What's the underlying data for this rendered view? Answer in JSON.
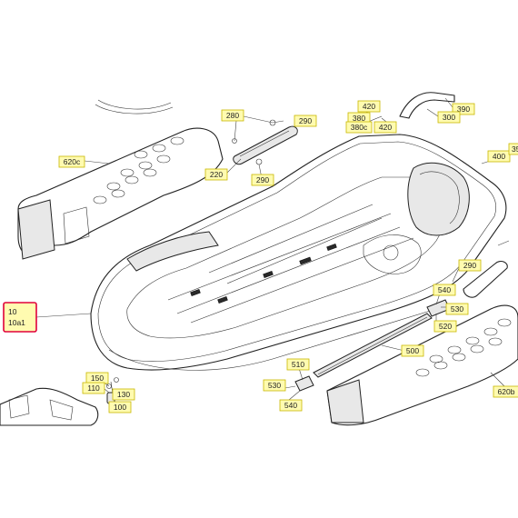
{
  "callouts": {
    "c280": "280",
    "c290a": "290",
    "c380": "380",
    "c380c": "380c",
    "c420a": "420",
    "c420b": "420",
    "c390": "390",
    "c300": "300",
    "c220": "220",
    "c290b": "290",
    "c620c": "620c",
    "c400": "400",
    "c35": "35",
    "c290c": "290",
    "c540a": "540",
    "c530a": "530",
    "c520": "520",
    "c500": "500",
    "c510": "510",
    "c530b": "530",
    "c540b": "540",
    "c150": "150",
    "c110": "110",
    "c130": "130",
    "c100": "100",
    "c620b": "620b",
    "c10": "10",
    "c10a1": "10a1"
  },
  "colors": {
    "callout_fill": "#fffbb0",
    "callout_border": "#c9b800",
    "highlight_border": "#e0003a"
  }
}
